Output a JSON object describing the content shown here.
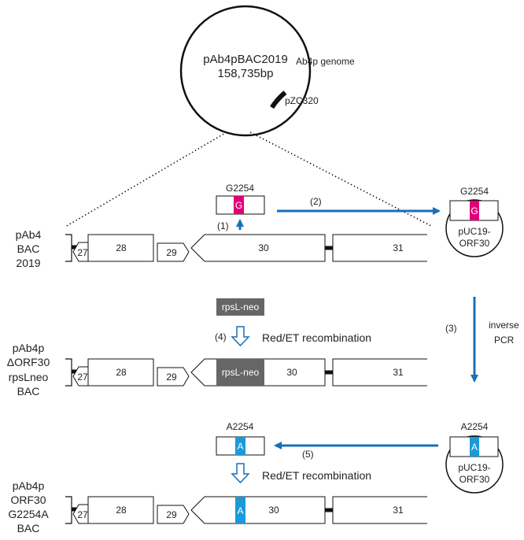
{
  "plasmid": {
    "name": "pAb4pBAC2019",
    "size": "158,735bp",
    "genome_label": "Ab4p genome",
    "insert_label": "pZC320"
  },
  "rows": {
    "r1": [
      "pAb4",
      "BAC",
      "2019"
    ],
    "r2": [
      "pAb4p",
      "ΔORF30",
      "rpsLneo",
      "BAC"
    ],
    "r3": [
      "pAb4p",
      "ORF30",
      "G2254A",
      "BAC"
    ]
  },
  "orfs": {
    "o27": "27",
    "o28": "28",
    "o29": "29",
    "o30": "30",
    "o31": "31"
  },
  "fragments": {
    "g_top": "G2254",
    "g_base": "G",
    "a_top": "A2254",
    "a_base": "A",
    "cassette": "rpsL-neo"
  },
  "vector": {
    "line1": "pUC19-",
    "line2": "ORF30"
  },
  "steps": {
    "s1": "(1)",
    "s2": "(2)",
    "s3": "(3)",
    "s3_label_1": "inverse",
    "s3_label_2": "PCR",
    "s4": "(4)",
    "s5": "(5)",
    "red_et": "Red/ET recombination"
  },
  "colors": {
    "magenta": "#e0007a",
    "cyan": "#1a9ad6",
    "arrow_blue": "#1a6fb5",
    "cassette_gray": "#666666"
  }
}
